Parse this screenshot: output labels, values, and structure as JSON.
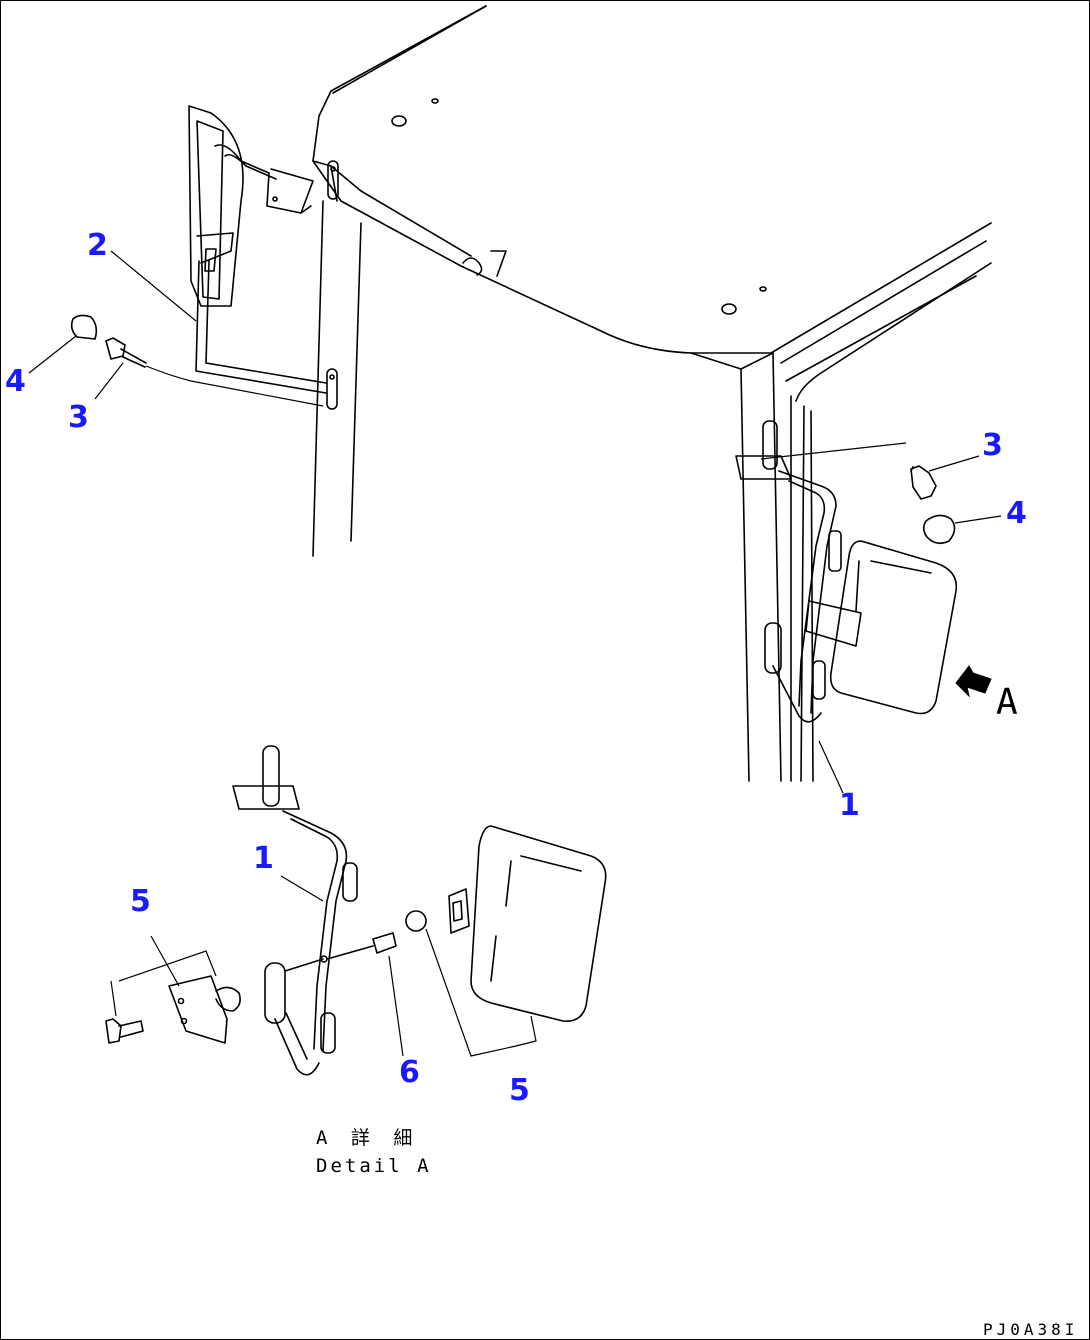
{
  "callouts": {
    "left_cab_2": "2",
    "left_cab_3": "3",
    "left_cab_4": "4",
    "right_cab_3": "3",
    "right_cab_4": "4",
    "right_cab_1": "1",
    "detail_1": "1",
    "detail_5_left": "5",
    "detail_5_right": "5",
    "detail_6": "6"
  },
  "view_arrow_label": "A",
  "detail_label_jp": "A 詳 細",
  "detail_label_en": "Detail A",
  "drawing_code": "PJ0A38I",
  "colors": {
    "callout": "#1a1aff",
    "line": "#000000",
    "background": "#ffffff"
  }
}
